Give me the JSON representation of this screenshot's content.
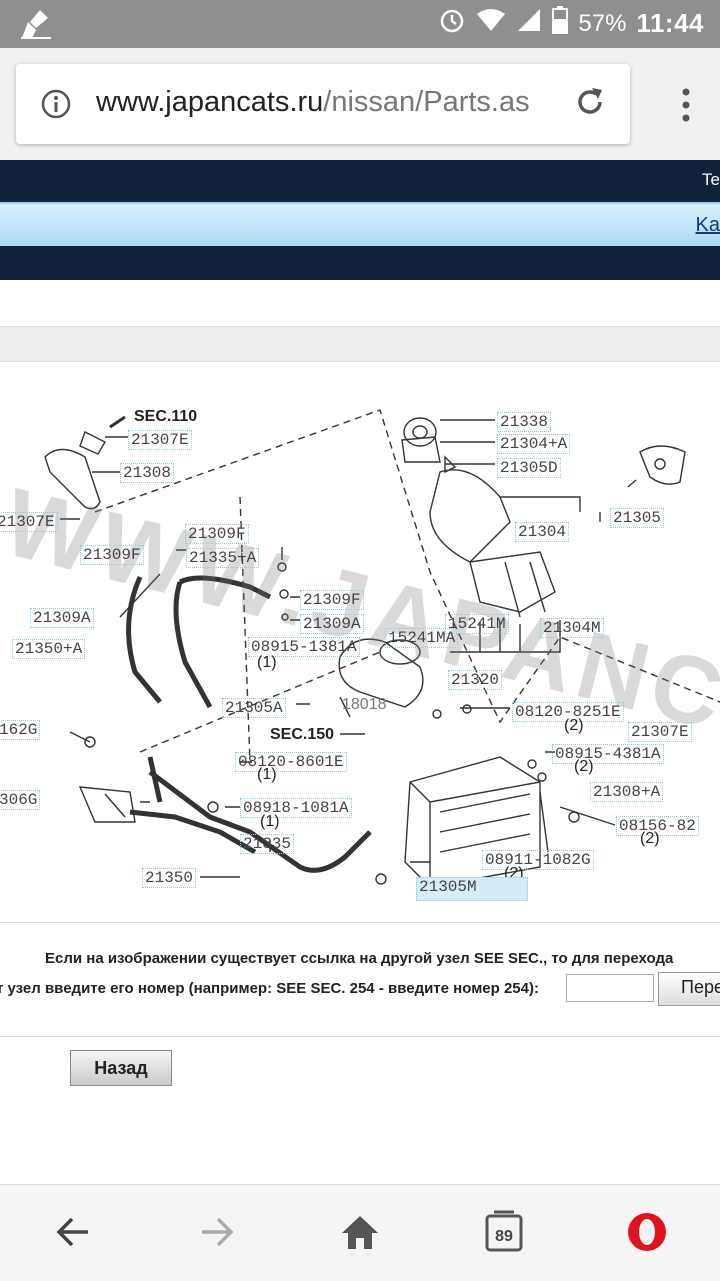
{
  "status_bar": {
    "battery": "57%",
    "time": "11:44"
  },
  "browser": {
    "url_host": "www.japancats.ru",
    "url_path": "/nissan/Parts.as",
    "tab_count": "89"
  },
  "site": {
    "nav_top_right": "Te",
    "nav_link": "Ka"
  },
  "diagram": {
    "watermark": "WWW.JAPANCATS.RU",
    "labels": [
      "SEC.110",
      "21307E",
      "21308",
      "21307E",
      "21309F",
      "21335+A",
      "21309F",
      "21309A",
      "21350+A",
      "21309F",
      "21309A",
      "08915-1381A",
      "(1)",
      "15241M",
      "15241MA",
      "21304M",
      "21338",
      "21304+A",
      "21305D",
      "21304",
      "21305",
      "21320",
      "21305A",
      "08120-8251E",
      "(2)",
      "SEC.150",
      "08120-8601E",
      "(1)",
      "162G",
      "08915-4381A",
      "(2)",
      "21307E",
      "306G",
      "08918-1081A",
      "(1)",
      "21308+A",
      "21335",
      "08156-82",
      "(2)",
      "21350",
      "08911-1082G",
      "(2)",
      "21305M",
      "18018"
    ]
  },
  "form": {
    "line1": "Если на изображении существует ссылка на другой узел SEE SEC., то для перехода",
    "line2": "т узел введите его номер (например: SEE SEC. 254 - введите номер 254):",
    "input_value": "",
    "go_label": "Пере",
    "back_label": "Назад"
  }
}
